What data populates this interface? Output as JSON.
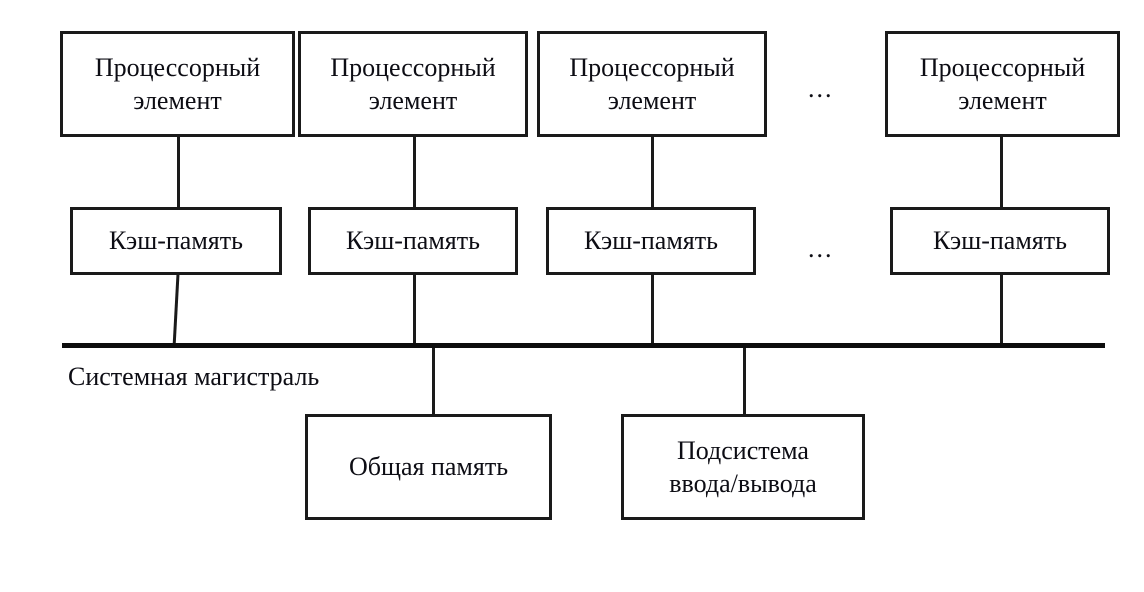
{
  "diagram": {
    "title_text_present": false,
    "colors": {
      "line": "#1a1a1a",
      "bus": "#0d0d0d",
      "text": "#0d0d14",
      "background": "#ffffff"
    },
    "processing_elements": [
      {
        "label": "Процессорный\nэлемент"
      },
      {
        "label": "Процессорный\nэлемент"
      },
      {
        "label": "Процессорный\nэлемент"
      },
      {
        "label": "Процессорный\nэлемент"
      }
    ],
    "caches": [
      {
        "label": "Кэш-память"
      },
      {
        "label": "Кэш-память"
      },
      {
        "label": "Кэш-память"
      },
      {
        "label": "Кэш-память"
      }
    ],
    "ellipses": [
      {
        "label": "..."
      },
      {
        "label": "..."
      }
    ],
    "bus": {
      "label": "Системная магистраль"
    },
    "bottom_modules": [
      {
        "label": "Общая память"
      },
      {
        "label": "Подсистема\nввода/вывода"
      }
    ]
  }
}
